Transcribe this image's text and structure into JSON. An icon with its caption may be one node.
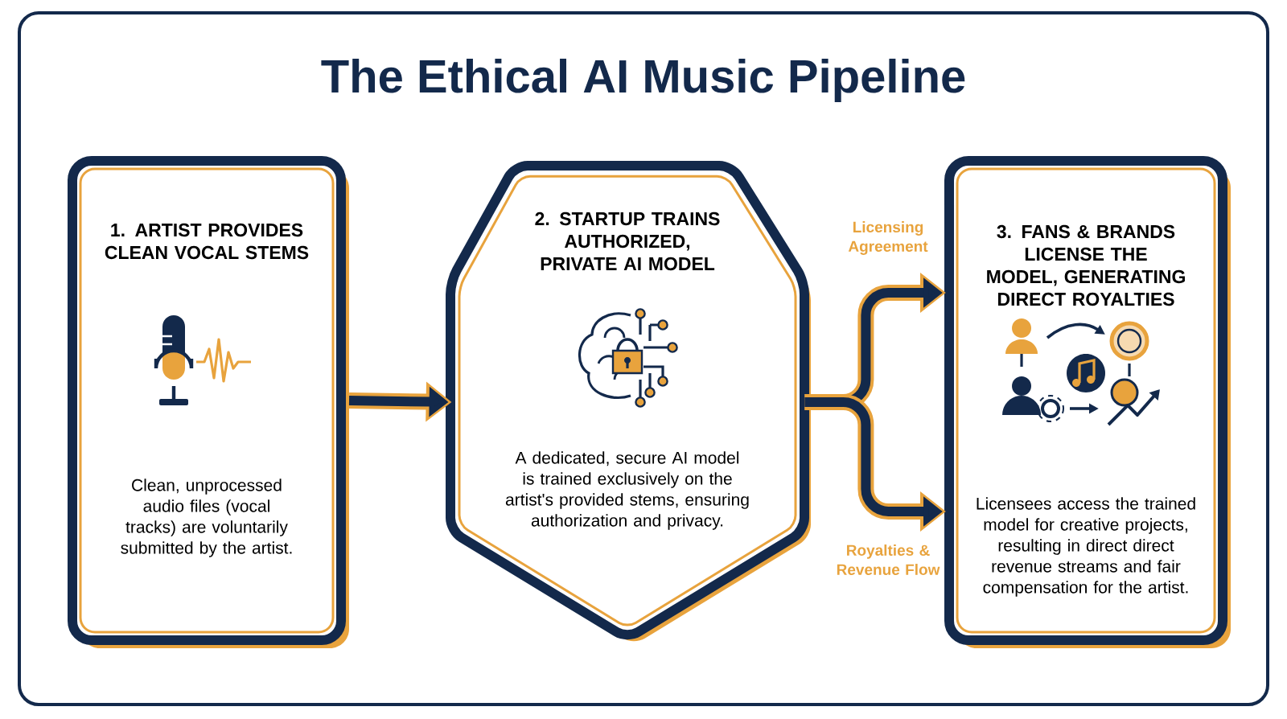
{
  "diagram": {
    "title": "The Ethical AI Music Pipeline",
    "nodes": [
      {
        "text": [
          "1. ARTIST PROVIDES CLEAN VOCAL STEMS",
          "Clean, unprocessed audio files (vocal tracks) are voluntarily submitted by the artist."
        ]
      },
      {
        "text": [
          "2. STARTUP TRAINS AUTHORIZED, PRIVATE AI MODEL",
          "A dedicated, secure AI model is trained exclusively on the artist's provided stems, ensuring authorization and privacy."
        ]
      },
      {
        "text": [
          "3. FANS & BRANDS LICENSE THE MODEL, GENERATING DIRECT ROYALTIES",
          "Licensees access the trained model for creative projects, resulting in direct direct revenue streams and fair compensation for the artist."
        ]
      }
    ],
    "edges": [
      {
        "from": 0,
        "to": 1,
        "arrow": "to"
      },
      {
        "from": 1,
        "to": 2,
        "arrow": "to",
        "label": "Licensing Agreement"
      },
      {
        "from": 1,
        "to": 2,
        "arrow": "to",
        "label": "Royalties & Revenue Flow"
      }
    ]
  }
}
